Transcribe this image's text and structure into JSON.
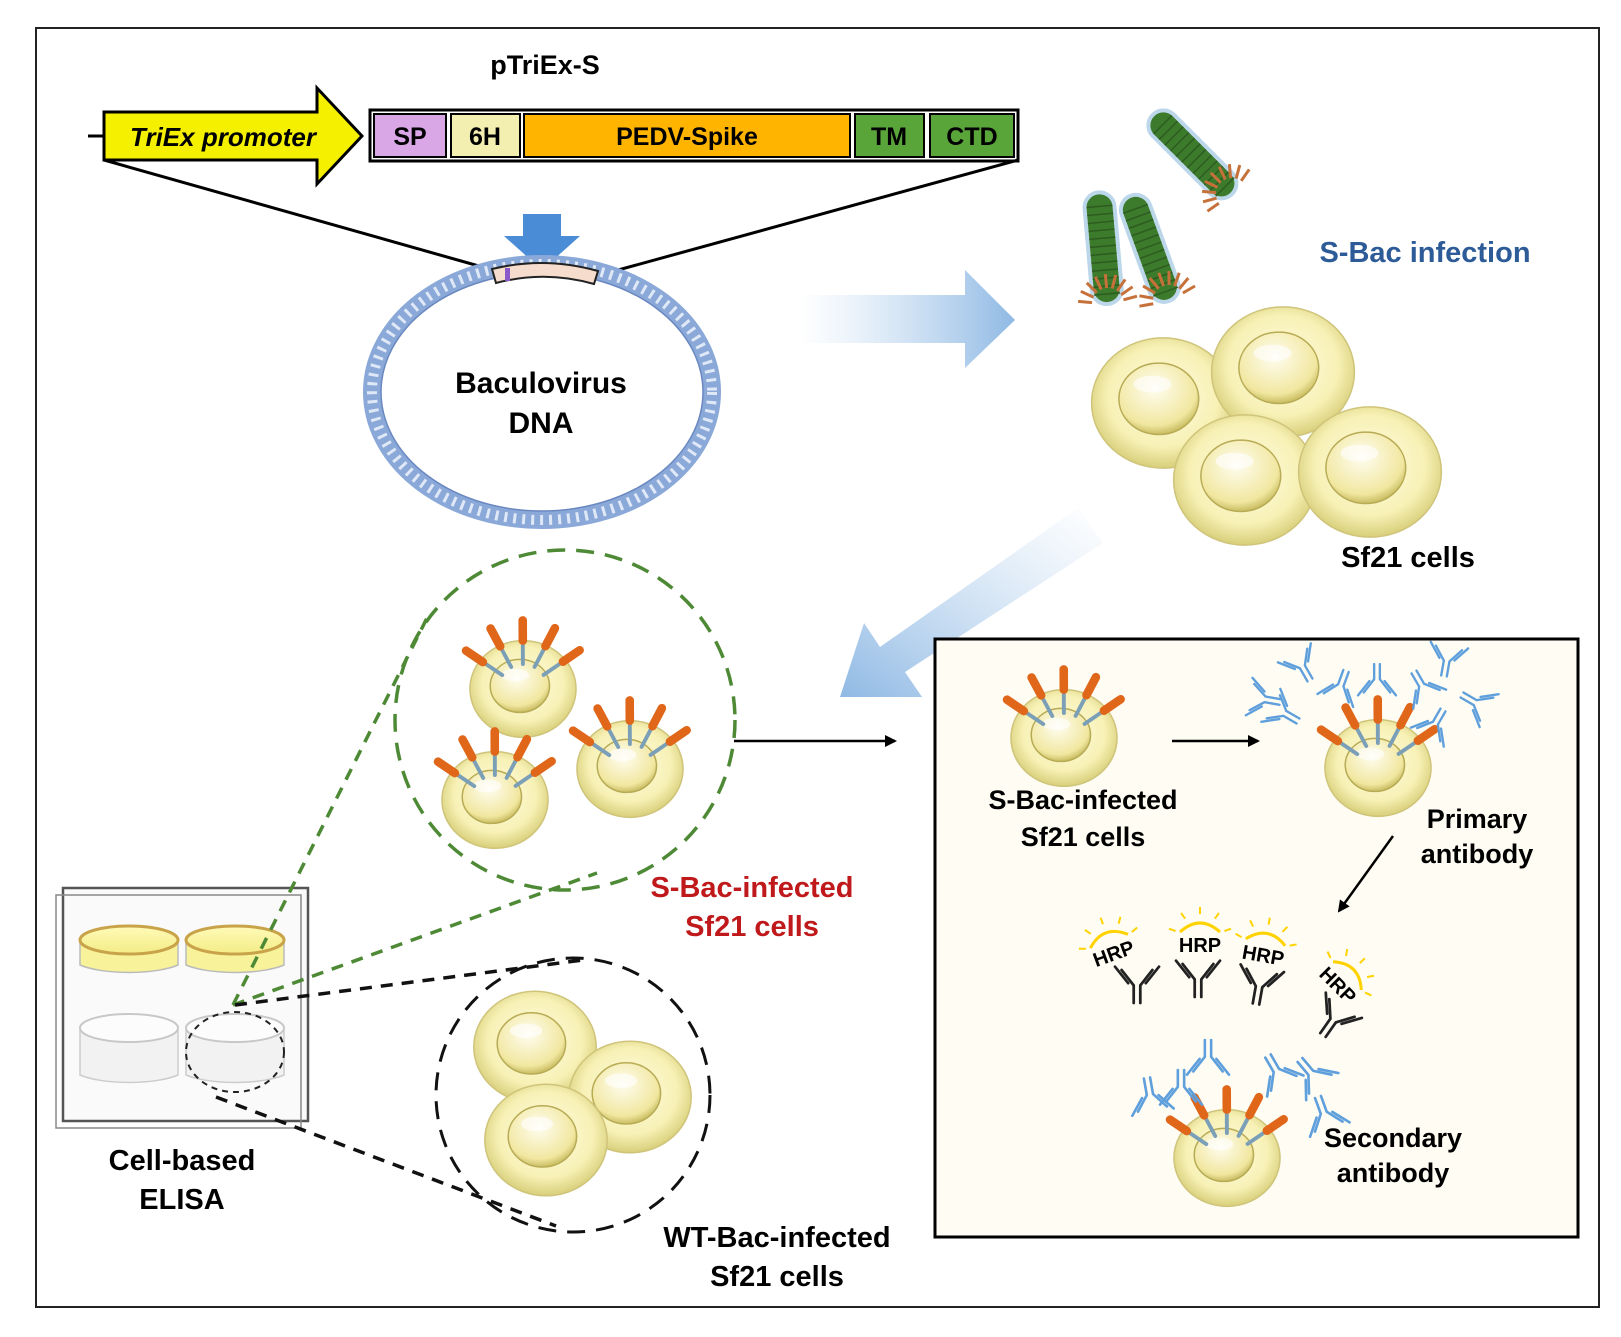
{
  "construct": {
    "title": "pTriEx-S",
    "promoter": "TriEx promoter",
    "segments": [
      "SP",
      "6H",
      "PEDV-Spike",
      "TM",
      "CTD"
    ]
  },
  "plasmid": {
    "line1": "Baculovirus",
    "line2": "DNA"
  },
  "infection_label": "S-Bac infection",
  "sf21_label": "Sf21 cells",
  "sbac_cells": {
    "line1": "S-Bac-infected",
    "line2": "Sf21 cells"
  },
  "wt_cells": {
    "line1": "WT-Bac-infected",
    "line2": "Sf21 cells"
  },
  "elisa": {
    "line1": "Cell-based",
    "line2": "ELISA"
  },
  "inset": {
    "cells": {
      "line1": "S-Bac-infected",
      "line2": "Sf21 cells"
    },
    "primary": {
      "line1": "Primary",
      "line2": "antibody"
    },
    "secondary": {
      "line1": "Secondary",
      "line2": "antibody"
    },
    "hrp_label": "HRP"
  },
  "colors": {
    "promoter": "#f4f000",
    "sp": "#d9a6e6",
    "six_h": "#f2efb0",
    "spike": "#ffb400",
    "tm": "#5aa53a",
    "ctd": "#5aa53a",
    "infection_text": "#2d5b97",
    "sbac_text": "#c0191c",
    "virus": "#3c7a2c",
    "cell": "#f7f1b0",
    "antibody_primary": "#5f9fdc",
    "antibody_secondary": "#222222",
    "green_dash": "#4e8a36"
  }
}
